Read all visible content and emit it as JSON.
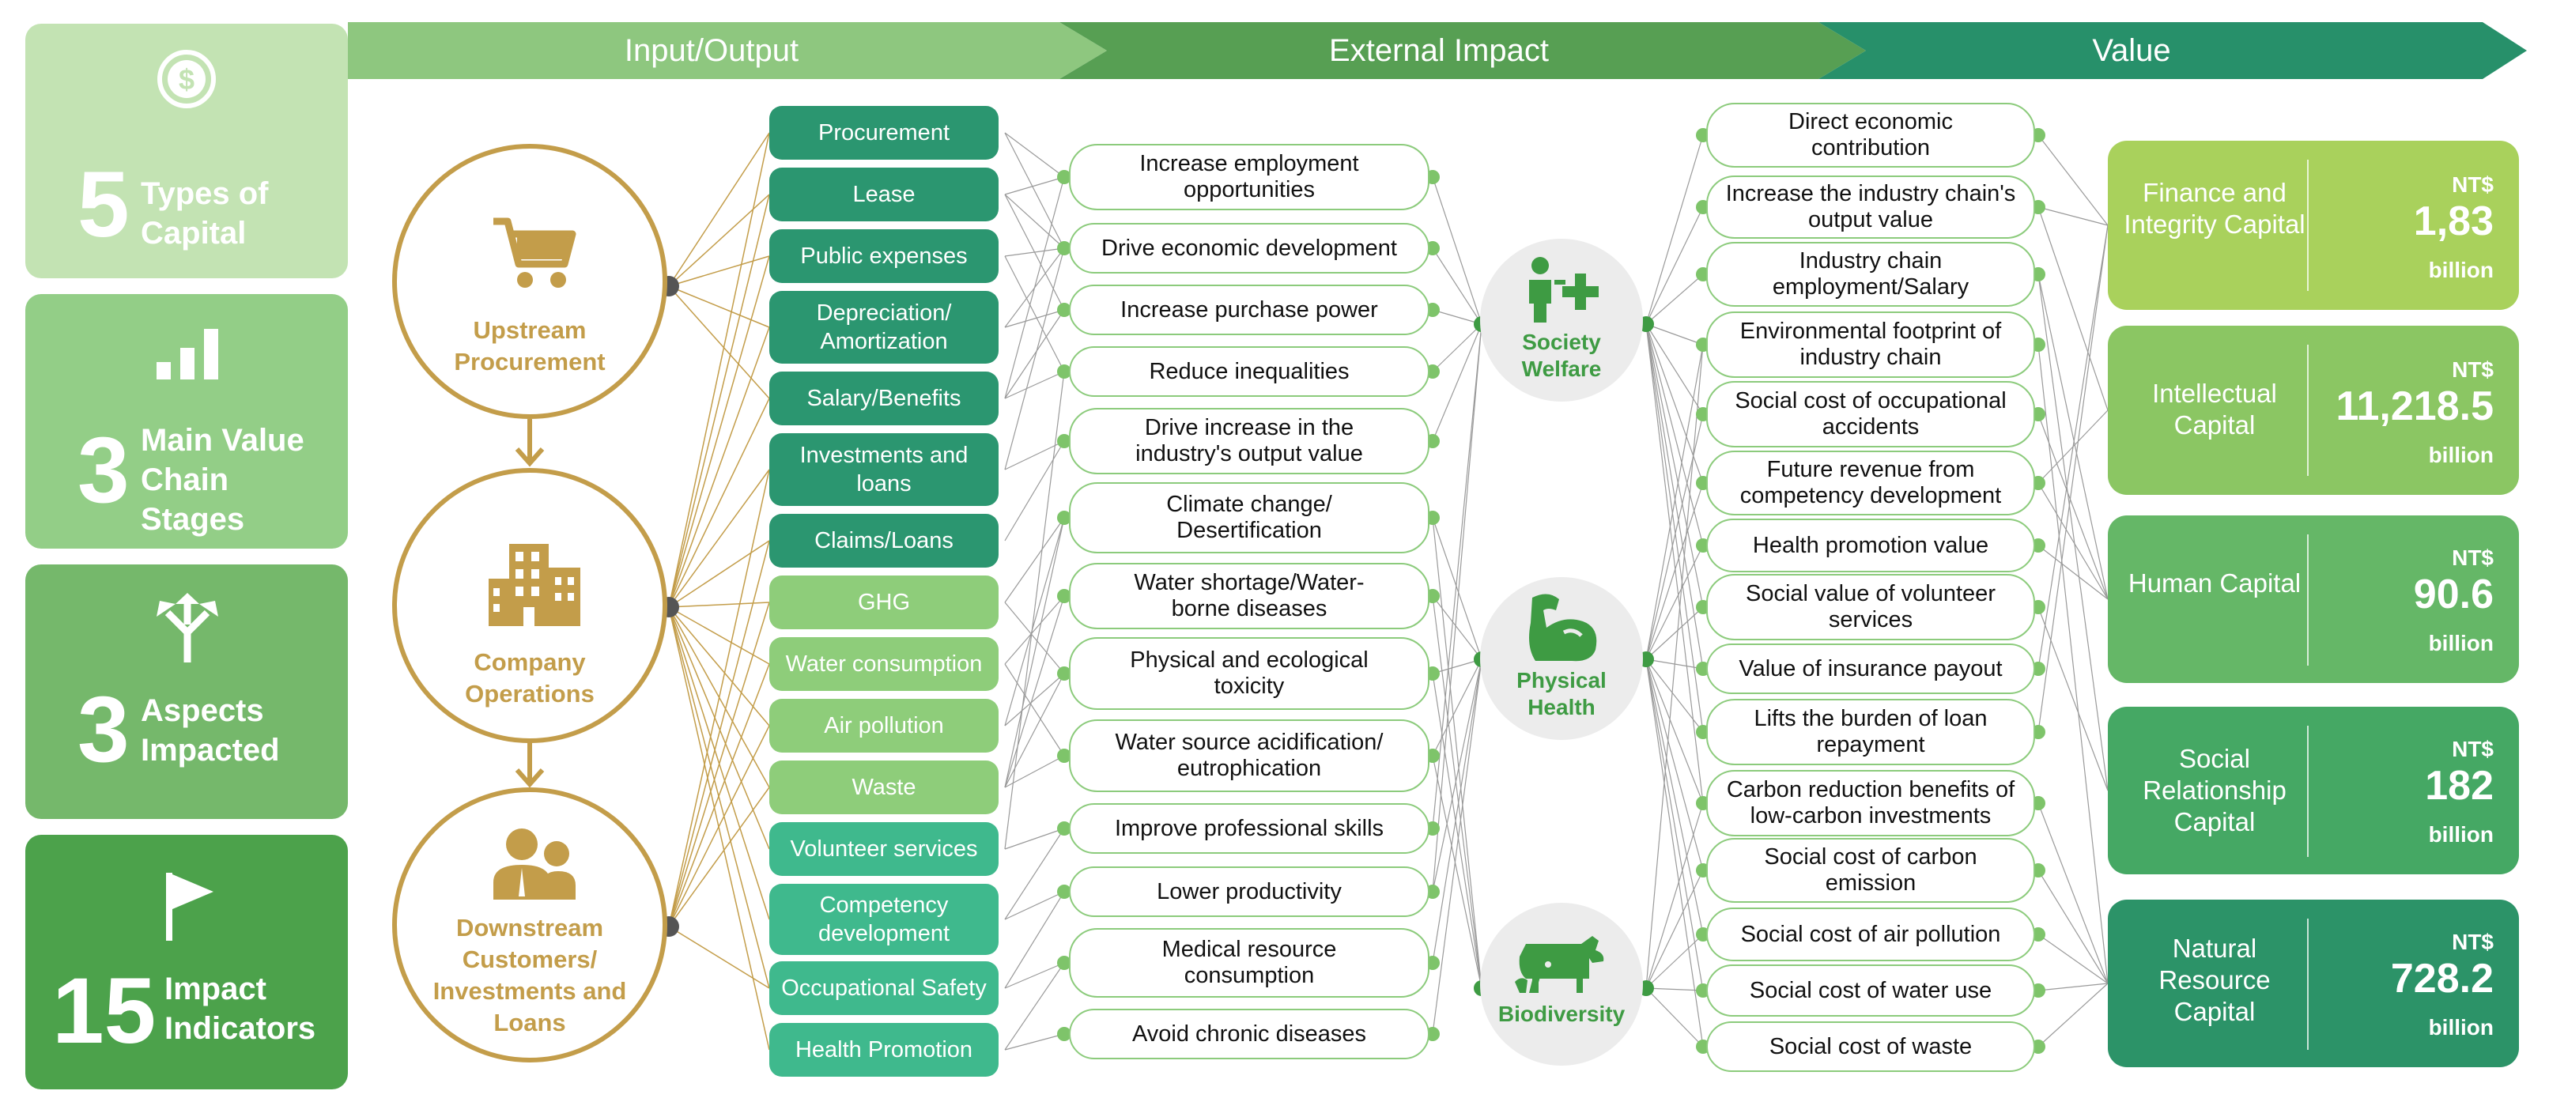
{
  "summary": [
    {
      "number": "5",
      "label": "Types of Capital",
      "icon": "dollar-coin-icon",
      "color": "#c3e3b3"
    },
    {
      "number": "3",
      "label": "Main Value Chain Stages",
      "icon": "bar-chart-icon",
      "color": "#93ce87"
    },
    {
      "number": "3",
      "label": "Aspects Impacted",
      "icon": "split-arrows-icon",
      "color": "#75b86b"
    },
    {
      "number": "15",
      "label": "Impact Indicators",
      "icon": "flag-icon",
      "color": "#4ca24b"
    }
  ],
  "headers": {
    "input_output": "Input/Output",
    "external_impact": "External Impact",
    "value": "Value"
  },
  "header_colors": [
    "#8ec77f",
    "#579f53",
    "#27906a"
  ],
  "stages": [
    {
      "label": "Upstream Procurement",
      "icon": "shopping-cart-icon"
    },
    {
      "label": "Company Operations",
      "icon": "office-building-icon"
    },
    {
      "label": "Downstream Customers/ Investments and Loans",
      "icon": "people-icon"
    }
  ],
  "stage_color": "#c39d4a",
  "inputs": [
    {
      "label": "Procurement",
      "color": "#2b9670"
    },
    {
      "label": "Lease",
      "color": "#2b9670"
    },
    {
      "label": "Public expenses",
      "color": "#2b9670"
    },
    {
      "label": "Depreciation/ Amortization",
      "color": "#2b9670"
    },
    {
      "label": "Salary/Benefits",
      "color": "#2b9670"
    },
    {
      "label": "Investments and loans",
      "color": "#2b9670"
    },
    {
      "label": "Claims/Loans",
      "color": "#2b9670"
    },
    {
      "label": "GHG",
      "color": "#8ecd7a"
    },
    {
      "label": "Water consumption",
      "color": "#8ecd7a"
    },
    {
      "label": "Air pollution",
      "color": "#8ecd7a"
    },
    {
      "label": "Waste",
      "color": "#8ecd7a"
    },
    {
      "label": "Volunteer services",
      "color": "#3fb98d"
    },
    {
      "label": "Competency development",
      "color": "#3fb98d"
    },
    {
      "label": "Occupational Safety",
      "color": "#3fb98d"
    },
    {
      "label": "Health Promotion",
      "color": "#3fb98d"
    }
  ],
  "impacts": [
    "Increase employment opportunities",
    "Drive economic development",
    "Increase purchase power",
    "Reduce inequalities",
    "Drive increase in the industry's output value",
    "Climate change/ Desertification",
    "Water shortage/Water-borne diseases",
    "Physical and ecological toxicity",
    "Water source acidification/ eutrophication",
    "Improve professional skills",
    "Lower productivity",
    "Medical resource consumption",
    "Avoid chronic diseases"
  ],
  "aspects": [
    {
      "label": "Society Welfare",
      "icon": "person-plus-icon"
    },
    {
      "label": "Physical Health",
      "icon": "flexed-arm-icon"
    },
    {
      "label": "Biodiversity",
      "icon": "cow-icon"
    }
  ],
  "values": [
    "Direct economic contribution",
    "Increase the industry chain's output value",
    "Industry chain employment/Salary",
    "Environmental footprint of industry chain",
    "Social cost of occupational accidents",
    "Future revenue from competency development",
    "Health promotion value",
    "Social value of volunteer services",
    "Value of insurance payout",
    "Lifts the burden of loan repayment",
    "Carbon reduction benefits of low-carbon investments",
    "Social cost of carbon emission",
    "Social cost of air pollution",
    "Social cost of water use",
    "Social cost of waste"
  ],
  "capitals": [
    {
      "name": "Finance and Integrity Capital",
      "unit": "NT$",
      "value": "1,83",
      "suffix": "billion",
      "color": "#a9d15c"
    },
    {
      "name": "Intellectual Capital",
      "unit": "NT$",
      "value": "11,218.5",
      "suffix": "billion",
      "color": "#8bc663"
    },
    {
      "name": "Human Capital",
      "unit": "NT$",
      "value": "90.6",
      "suffix": "billion",
      "color": "#65b767"
    },
    {
      "name": "Social Relationship Capital",
      "unit": "NT$",
      "value": "182",
      "suffix": "billion",
      "color": "#45a864"
    },
    {
      "name": "Natural Resource Capital",
      "unit": "NT$",
      "value": "728.2",
      "suffix": "billion",
      "color": "#2c9368"
    }
  ]
}
